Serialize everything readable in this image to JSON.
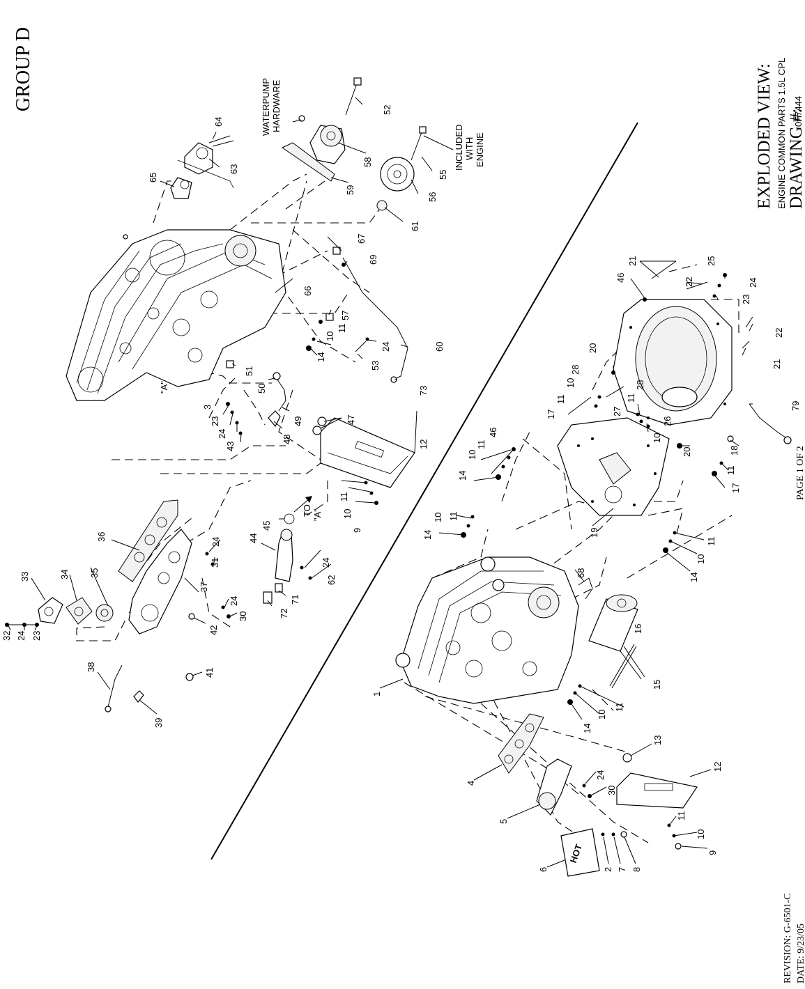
{
  "header": {
    "group": "GROUP D",
    "exploded_view_label": "EXPLODED VIEW:",
    "exploded_view_title": "ENGINE COMMON PARTS 1.5L CPL",
    "drawing_label": "DRAWING #:",
    "drawing_number": "0F7444"
  },
  "footer": {
    "revision": "REVISION: G-6501-C",
    "date": "DATE:  9/23/05",
    "page": "PAGE 1 OF 2"
  },
  "notes": {
    "waterpump_1": "WATERPUMP",
    "waterpump_2": "HARDWARE",
    "included_1": "INCLUDED",
    "included_2": "WITH",
    "included_3": "ENGINE",
    "to_1": "TO",
    "to_2": "\"A\"",
    "ref_a": "\"A\"",
    "hot": "HOT"
  },
  "callouts_upper": [
    "1",
    "2",
    "3",
    "4",
    "5",
    "6",
    "7",
    "8",
    "9",
    "10",
    "11",
    "12",
    "13",
    "14",
    "15",
    "16",
    "17",
    "18",
    "19",
    "20"
  ],
  "callouts": {
    "c1": "1",
    "c2": "2",
    "c3": "3",
    "c4": "4",
    "c5": "5",
    "c6": "6",
    "c7": "7",
    "c8": "8",
    "c9": "9",
    "c9b": "9",
    "c10": "10",
    "c10b": "10",
    "c10c": "10",
    "c10d": "10",
    "c10e": "10",
    "c10f": "10",
    "c10g": "10",
    "c10h": "10",
    "c10i": "10",
    "c11": "11",
    "c11b": "11",
    "c11c": "11",
    "c11d": "11",
    "c11e": "11",
    "c11f": "11",
    "c11g": "11",
    "c11h": "11",
    "c11i": "11",
    "c11j": "11",
    "c12": "12",
    "c12b": "12",
    "c13": "13",
    "c14": "14",
    "c14b": "14",
    "c14c": "14",
    "c14d": "14",
    "c14e": "14",
    "c15": "15",
    "c16": "16",
    "c17": "17",
    "c17b": "17",
    "c18": "18",
    "c19": "19",
    "c20": "20",
    "c20b": "20",
    "c21": "21",
    "c21b": "21",
    "c22": "22",
    "c22b": "22",
    "c23": "23",
    "c23b": "23",
    "c23c": "23",
    "c24": "24",
    "c24b": "24",
    "c24c": "24",
    "c24d": "24",
    "c24e": "24",
    "c24f": "24",
    "c24g": "24",
    "c24h": "24",
    "c25": "25",
    "c26": "26",
    "c27": "27",
    "c28": "28",
    "c28b": "28",
    "c30": "30",
    "c30b": "30",
    "c31": "31",
    "c32": "32",
    "c33": "33",
    "c34": "34",
    "c35": "35",
    "c36": "36",
    "c37": "37",
    "c38": "38",
    "c39": "39",
    "c41": "41",
    "c42": "42",
    "c43": "43",
    "c44": "44",
    "c45": "45",
    "c46": "46",
    "c46b": "46",
    "c47": "47",
    "c48": "48",
    "c49": "49",
    "c50": "50",
    "c51": "51",
    "c52": "52",
    "c53": "53",
    "c55": "55",
    "c56": "56",
    "c57": "57",
    "c58": "58",
    "c59": "59",
    "c60": "60",
    "c61": "61",
    "c62": "62",
    "c63": "63",
    "c64": "64",
    "c65": "65",
    "c66": "66",
    "c67": "67",
    "c68": "68",
    "c69": "69",
    "c71": "71",
    "c72": "72",
    "c73": "73",
    "c79": "79"
  }
}
